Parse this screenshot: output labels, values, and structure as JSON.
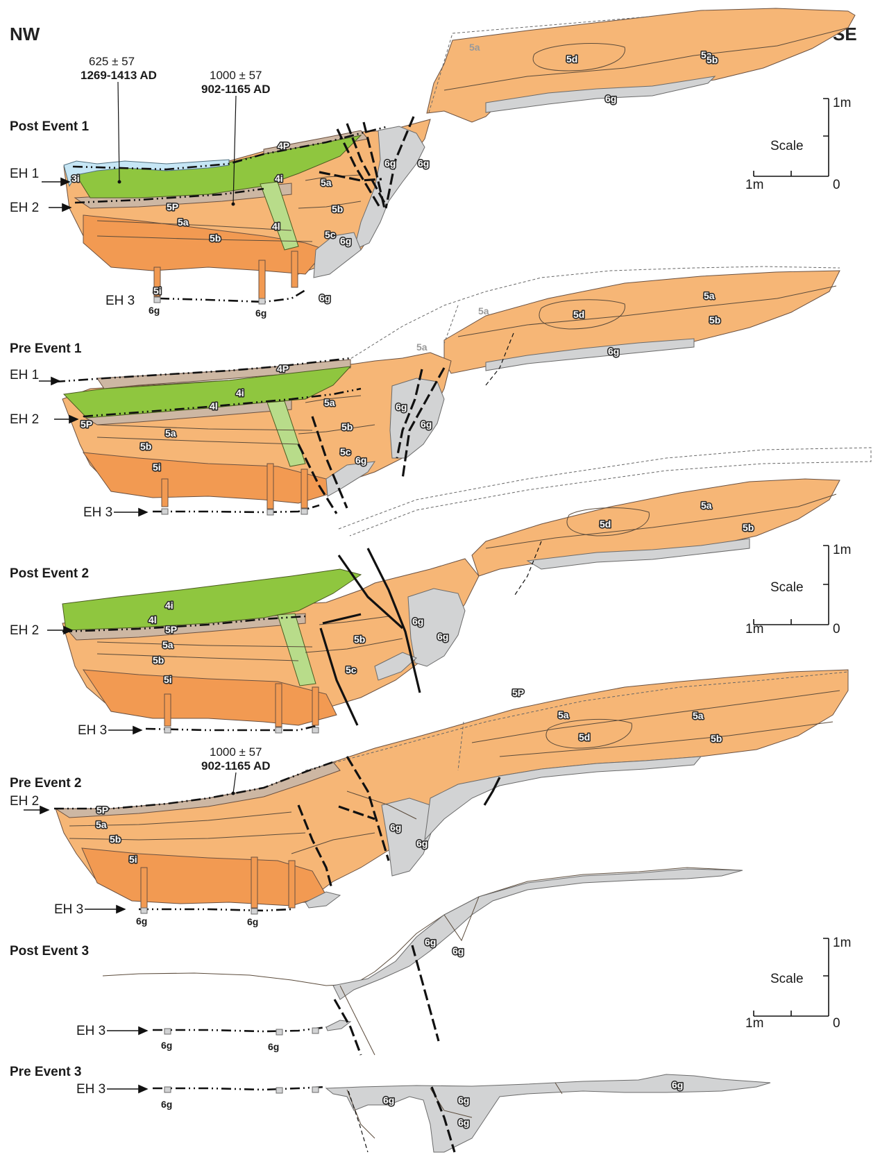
{
  "orientation": {
    "left": "NW",
    "right": "SE"
  },
  "panels": [
    {
      "id": "post-event-1",
      "title": "Post Event 1"
    },
    {
      "id": "pre-event-1",
      "title": "Pre Event 1"
    },
    {
      "id": "post-event-2",
      "title": "Post Event 2"
    },
    {
      "id": "pre-event-2",
      "title": "Pre Event 2"
    },
    {
      "id": "post-event-3",
      "title": "Post Event 3"
    },
    {
      "id": "pre-event-3",
      "title": "Pre Event 3"
    }
  ],
  "event_horizons": {
    "eh1": "EH 1",
    "eh2": "EH 2",
    "eh3": "EH 3"
  },
  "units": {
    "u3i": "3i",
    "u4P": "4P",
    "u4i": "4i",
    "u4l": "4l",
    "u5P": "5P",
    "u5a": "5a",
    "u5b": "5b",
    "u5c": "5c",
    "u5d": "5d",
    "u5i": "5i",
    "u6g": "6g"
  },
  "dates": {
    "d1_radiocarbon": "625 ± 57",
    "d1_calendar": "1269-1413 AD",
    "d2_radiocarbon": "1000 ± 57",
    "d2_calendar": "902-1165 AD"
  },
  "scale_bar": {
    "label": "Scale",
    "top": "1m",
    "bottom": "0",
    "left": "1m"
  },
  "colors": {
    "orange_unit5": "#f6b676",
    "dark_orange_5i": "#f29a52",
    "tan_paleosol_P": "#cdb7a3",
    "green_unit4": "#8fc63f",
    "light_green_4l": "#b8dc8a",
    "grey_6g": "#d2d3d4",
    "blue_3i": "#c6e6f5"
  }
}
